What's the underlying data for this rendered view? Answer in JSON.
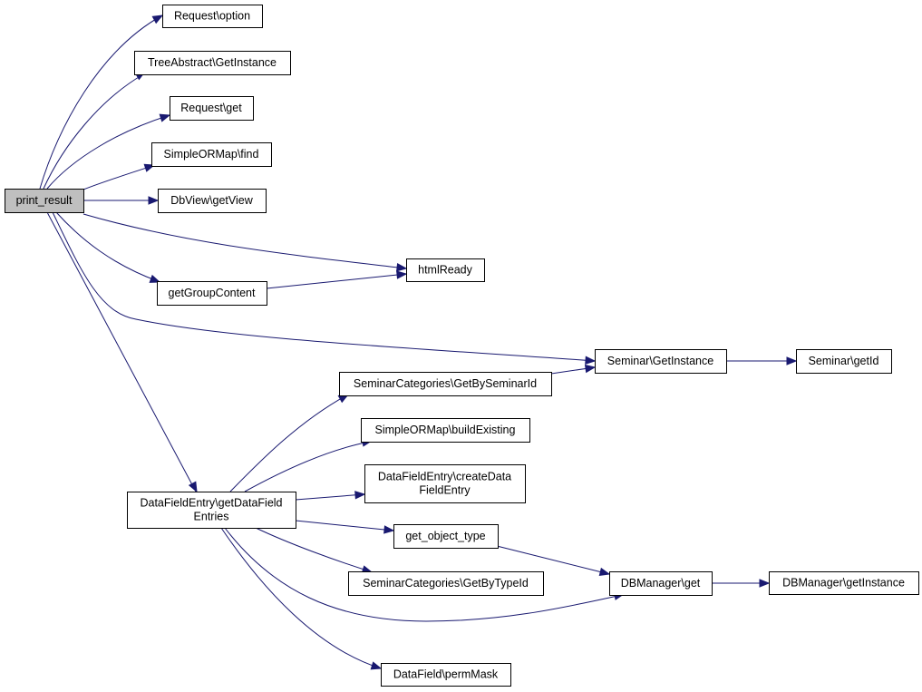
{
  "graph": {
    "nodes": [
      {
        "id": "print_result",
        "lines": [
          "print_result"
        ],
        "root": true
      },
      {
        "id": "request_option",
        "lines": [
          "Request\\option"
        ]
      },
      {
        "id": "treeabstract_getinstance",
        "lines": [
          "TreeAbstract\\GetInstance"
        ]
      },
      {
        "id": "request_get",
        "lines": [
          "Request\\get"
        ]
      },
      {
        "id": "simpleormap_find",
        "lines": [
          "SimpleORMap\\find"
        ]
      },
      {
        "id": "dbview_getview",
        "lines": [
          "DbView\\getView"
        ]
      },
      {
        "id": "htmlready",
        "lines": [
          "htmlReady"
        ]
      },
      {
        "id": "getgroupcontent",
        "lines": [
          "getGroupContent"
        ]
      },
      {
        "id": "seminar_getinstance",
        "lines": [
          "Seminar\\GetInstance"
        ]
      },
      {
        "id": "seminar_getid",
        "lines": [
          "Seminar\\getId"
        ]
      },
      {
        "id": "seminarcategories_getbyseminarid",
        "lines": [
          "SeminarCategories\\GetBySeminarId"
        ]
      },
      {
        "id": "simpleormap_buildexisting",
        "lines": [
          "SimpleORMap\\buildExisting"
        ]
      },
      {
        "id": "datafieldentry_createdatafieldentry",
        "lines": [
          "DataFieldEntry\\createData",
          "FieldEntry"
        ]
      },
      {
        "id": "datafieldentry_getdatafieldentries",
        "lines": [
          "DataFieldEntry\\getDataField",
          "Entries"
        ]
      },
      {
        "id": "get_object_type",
        "lines": [
          "get_object_type"
        ]
      },
      {
        "id": "seminarcategories_getbytypeid",
        "lines": [
          "SeminarCategories\\GetByTypeId"
        ]
      },
      {
        "id": "dbmanager_get",
        "lines": [
          "DBManager\\get"
        ]
      },
      {
        "id": "dbmanager_getinstance",
        "lines": [
          "DBManager\\getInstance"
        ]
      },
      {
        "id": "datafield_permmask",
        "lines": [
          "DataField\\permMask"
        ]
      }
    ],
    "edges": [
      {
        "from": "print_result",
        "to": "request_option"
      },
      {
        "from": "print_result",
        "to": "treeabstract_getinstance"
      },
      {
        "from": "print_result",
        "to": "request_get"
      },
      {
        "from": "print_result",
        "to": "simpleormap_find"
      },
      {
        "from": "print_result",
        "to": "dbview_getview"
      },
      {
        "from": "print_result",
        "to": "htmlready"
      },
      {
        "from": "print_result",
        "to": "getgroupcontent"
      },
      {
        "from": "print_result",
        "to": "seminar_getinstance"
      },
      {
        "from": "print_result",
        "to": "datafieldentry_getdatafieldentries"
      },
      {
        "from": "getgroupcontent",
        "to": "htmlready"
      },
      {
        "from": "seminar_getinstance",
        "to": "seminar_getid"
      },
      {
        "from": "seminarcategories_getbyseminarid",
        "to": "seminar_getinstance"
      },
      {
        "from": "datafieldentry_getdatafieldentries",
        "to": "seminarcategories_getbyseminarid"
      },
      {
        "from": "datafieldentry_getdatafieldentries",
        "to": "simpleormap_buildexisting"
      },
      {
        "from": "datafieldentry_getdatafieldentries",
        "to": "datafieldentry_createdatafieldentry"
      },
      {
        "from": "datafieldentry_getdatafieldentries",
        "to": "get_object_type"
      },
      {
        "from": "datafieldentry_getdatafieldentries",
        "to": "seminarcategories_getbytypeid"
      },
      {
        "from": "datafieldentry_getdatafieldentries",
        "to": "dbmanager_get"
      },
      {
        "from": "datafieldentry_getdatafieldentries",
        "to": "datafield_permmask"
      },
      {
        "from": "get_object_type",
        "to": "dbmanager_get"
      },
      {
        "from": "dbmanager_get",
        "to": "dbmanager_getinstance"
      }
    ],
    "colors": {
      "edge": "#191970",
      "root_fill": "#bfbfbf",
      "node_fill": "#ffffff",
      "node_stroke": "#000000"
    }
  }
}
